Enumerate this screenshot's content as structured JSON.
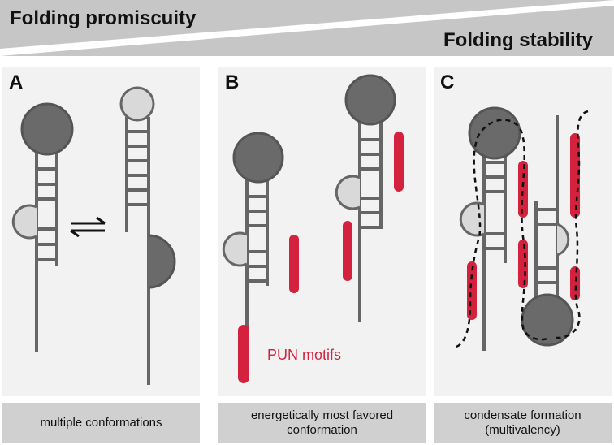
{
  "header": {
    "promiscuity_label": "Folding promiscuity",
    "stability_label": "Folding stability"
  },
  "panels": [
    {
      "letter": "A",
      "caption": "multiple conformations"
    },
    {
      "letter": "B",
      "caption": "energetically most favored conformation",
      "legend": "PUN motifs"
    },
    {
      "letter": "C",
      "caption": "condensate formation (multivalency)"
    }
  ],
  "colors": {
    "loop_dark": "#6a6a6a",
    "loop_light": "#d9d9d9",
    "stem": "#666666",
    "pun_motif": "#d4213d",
    "panel_bg": "#f2f2f2",
    "caption_bg": "#d0d0d0",
    "header_band": "#c6c6c6"
  }
}
